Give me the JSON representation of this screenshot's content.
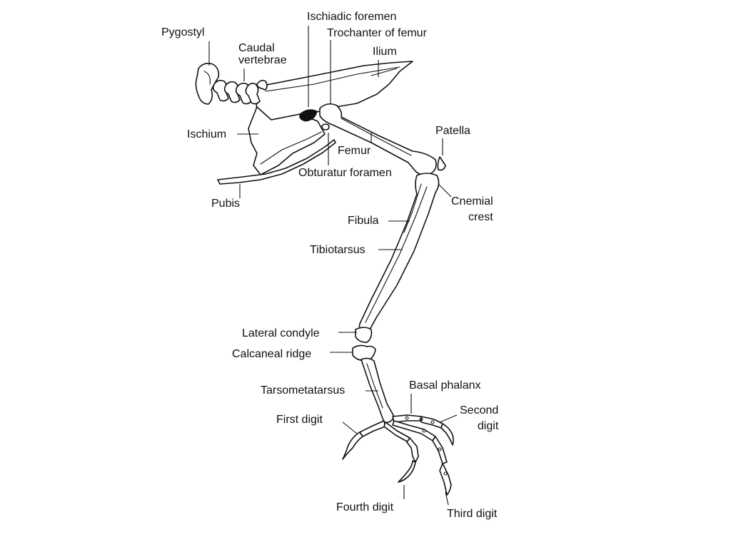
{
  "labels": {
    "pygostyl": "Pygostyl",
    "caudal_vertebrae": "Caudal\nvertebrae",
    "ischiadic_foremen": "Ischiadic foremen",
    "trochanter_of_femur": "Trochanter of femur",
    "ilium": "Ilium",
    "ischium": "Ischium",
    "femur": "Femur",
    "patella": "Patella",
    "obturatur_foramen": "Obturatur foramen",
    "pubis": "Pubis",
    "cnemial_crest": "Cnemial\ncrest",
    "fibula": "Fibula",
    "tibiotarsus": "Tibiotarsus",
    "lateral_condyle": "Lateral condyle",
    "calcaneal_ridge": "Calcaneal ridge",
    "tarsometatarsus": "Tarsometatarsus",
    "basal_phalanx": "Basal phalanx",
    "first_digit": "First digit",
    "second_digit": "Second\ndigit",
    "fourth_digit": "Fourth digit",
    "third_digit": "Third digit"
  },
  "colors": {
    "line": "#111111",
    "background": "#ffffff"
  }
}
